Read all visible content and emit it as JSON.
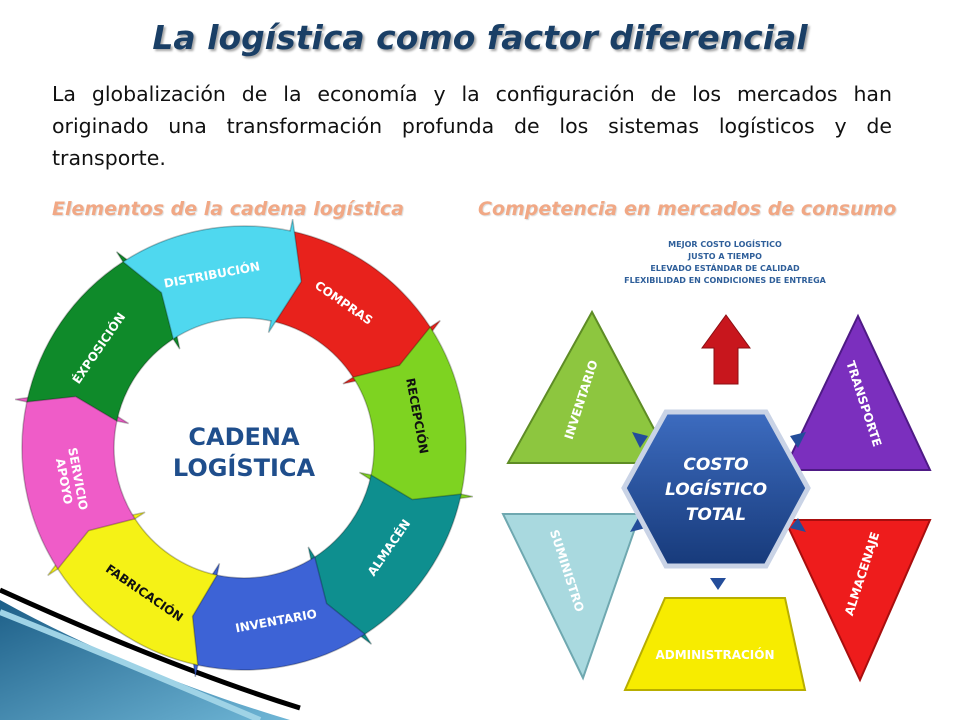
{
  "title": "La logística como factor diferencial",
  "intro": "La globalización de la economía y la configuración de los mercados han originado una transformación profunda de los sistemas logísticos y de transporte.",
  "left_heading": "Elementos de la cadena logística",
  "right_heading": "Competencia en mercados de consumo",
  "cycle": {
    "center_line1": "CADENA",
    "center_line2": "LOGÍSTICA",
    "segments": [
      {
        "label": "COMPRAS",
        "color": "#e8221c"
      },
      {
        "label": "RECEPCIÓN",
        "color": "#7ed321"
      },
      {
        "label": "ALMACÉN",
        "color": "#0e8f8f"
      },
      {
        "label": "INVENTARIO",
        "color": "#3d63d6"
      },
      {
        "label": "FABRICACIÓN",
        "color": "#f5f216"
      },
      {
        "label": "SERVICIO",
        "label2": "APOYO",
        "color": "#ef5cc8"
      },
      {
        "label": "ÉXPOSICIÓN",
        "color": "#0f8a2a"
      },
      {
        "label": "DISTRIBUCIÓN",
        "color": "#4fd8ef"
      }
    ]
  },
  "cost": {
    "requirements": [
      "MEJOR COSTO LOGÍSTICO",
      "JUSTO A TIEMPO",
      "ELEVADO ESTÁNDAR DE CALIDAD",
      "FLEXIBILIDAD EN CONDICIONES DE ENTREGA"
    ],
    "center_line1": "COSTO",
    "center_line2": "LOGÍSTICO",
    "center_line3": "TOTAL",
    "components": [
      {
        "label": "INVENTARIO",
        "color": "#8dc63f"
      },
      {
        "label": "TRANSPORTE",
        "color": "#7b2fbe"
      },
      {
        "label": "ALMACENAJE",
        "color": "#ee1c1c"
      },
      {
        "label": "ADMINISTRACIÓN",
        "color": "#f7ec00"
      },
      {
        "label": "SUMINISTRO",
        "color": "#a9d9df"
      }
    ],
    "arrow_color": "#c8161d",
    "hex_color": "#244d9a"
  }
}
